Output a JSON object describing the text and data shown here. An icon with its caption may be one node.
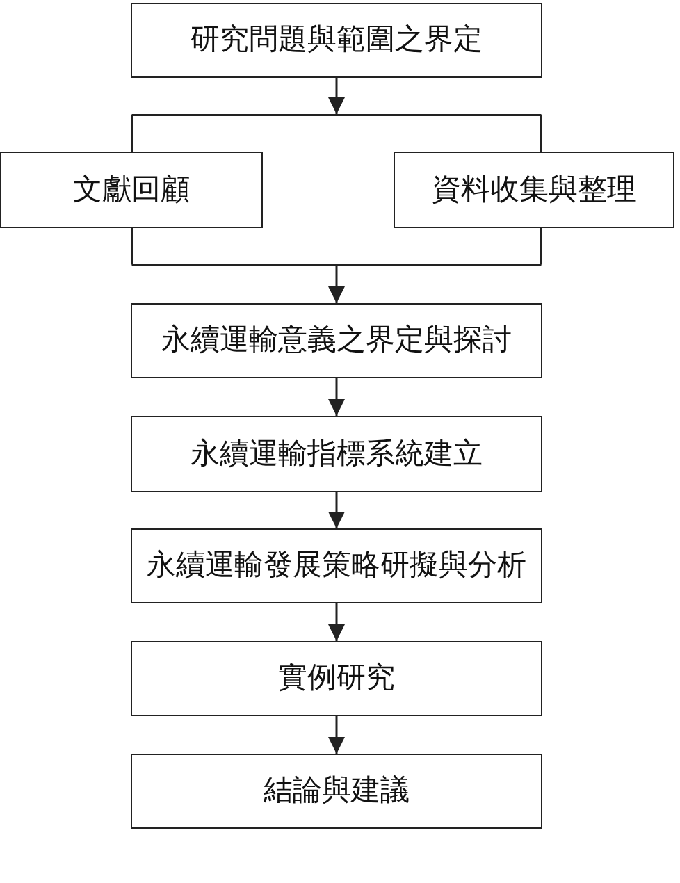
{
  "diagram": {
    "nodes": [
      {
        "text": [
          "研究問題與範圍之界定"
        ]
      },
      {
        "text": [],
        "shape": "box"
      },
      {
        "text": [
          "文獻回顧"
        ]
      },
      {
        "text": [
          "資料收集與整理"
        ]
      },
      {
        "text": [
          "永續運輸意義之界定與探討"
        ]
      },
      {
        "text": [
          "永續運輸指標系統建立"
        ]
      },
      {
        "text": [
          "永續運輸發展策略研擬與分析"
        ]
      },
      {
        "text": [
          "實例研究"
        ]
      },
      {
        "text": [
          "結論與建議"
        ]
      }
    ],
    "edges": [
      {
        "from": 0,
        "to": 1,
        "arrow": "to"
      },
      {
        "from": 1,
        "to": 4,
        "arrow": "to"
      },
      {
        "from": 4,
        "to": 5,
        "arrow": "to"
      },
      {
        "from": 5,
        "to": 6,
        "arrow": "to"
      },
      {
        "from": 6,
        "to": 7,
        "arrow": "to"
      },
      {
        "from": 7,
        "to": 8,
        "arrow": "to"
      }
    ]
  }
}
